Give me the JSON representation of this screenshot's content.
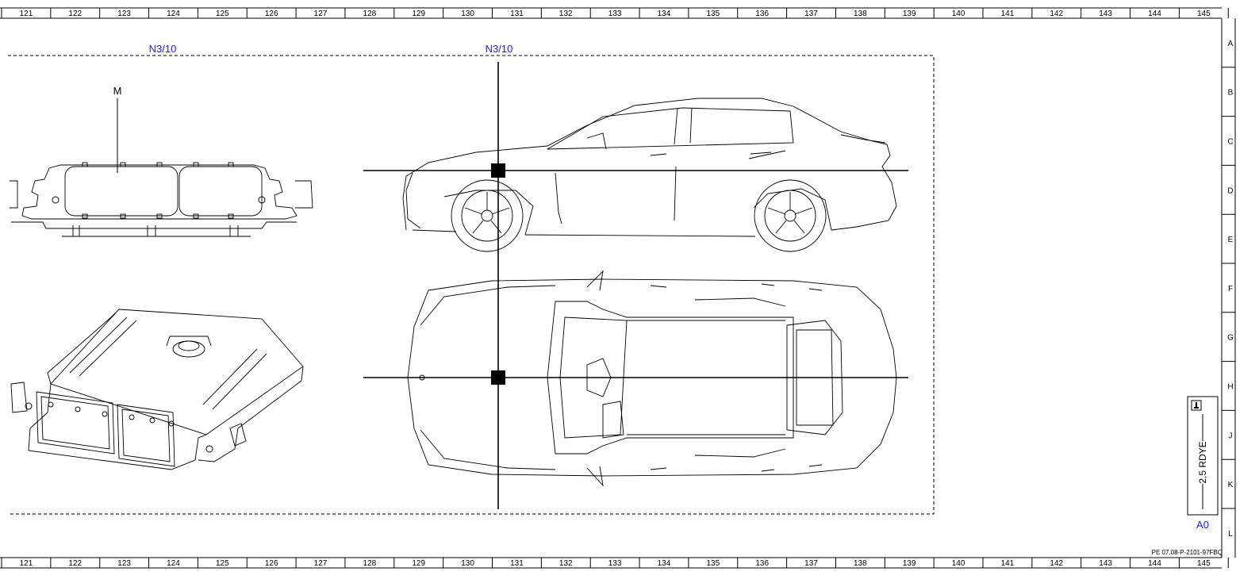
{
  "ruler": {
    "columns": [
      "121",
      "122",
      "123",
      "124",
      "125",
      "126",
      "127",
      "128",
      "129",
      "130",
      "131",
      "132",
      "133",
      "134",
      "135",
      "136",
      "137",
      "138",
      "139",
      "140",
      "141",
      "142",
      "143",
      "144",
      "145"
    ],
    "rows": [
      "A",
      "B",
      "C",
      "D",
      "E",
      "F",
      "G",
      "H",
      "J",
      "K",
      "L"
    ]
  },
  "labels": {
    "component_left": "N3/10",
    "component_center": "N3/10",
    "callout_m": "M",
    "connector_ref": "A0",
    "wire_spec": "2,5 RDYE",
    "doc_code": "PE 07.08-P-2101-97FBQ"
  },
  "icons": {
    "connector_symbol": "ground-connector-icon"
  },
  "colors": {
    "label_blue": "#1a1aff",
    "line": "#000000"
  }
}
